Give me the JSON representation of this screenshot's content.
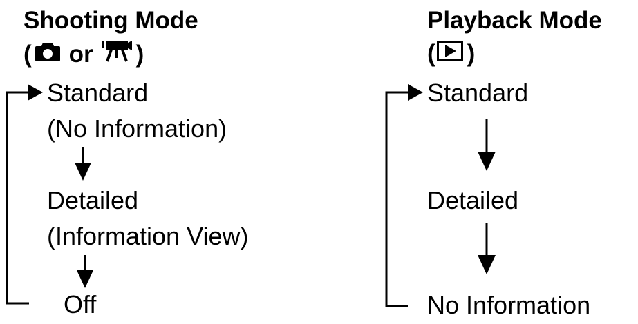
{
  "shooting": {
    "title": "Shooting Mode",
    "paren_open": "(",
    "or_text": "or",
    "paren_close": ")",
    "icons": [
      "camera-icon",
      "movie-camera-icon"
    ],
    "items": [
      "Standard",
      "(No Information)",
      "Detailed",
      "(Information View)",
      "Off"
    ]
  },
  "playback": {
    "title": "Playback Mode",
    "paren_open": "(",
    "paren_close": ")",
    "icons": [
      "play-icon"
    ],
    "items": [
      "Standard",
      "Detailed",
      "No Information"
    ]
  }
}
